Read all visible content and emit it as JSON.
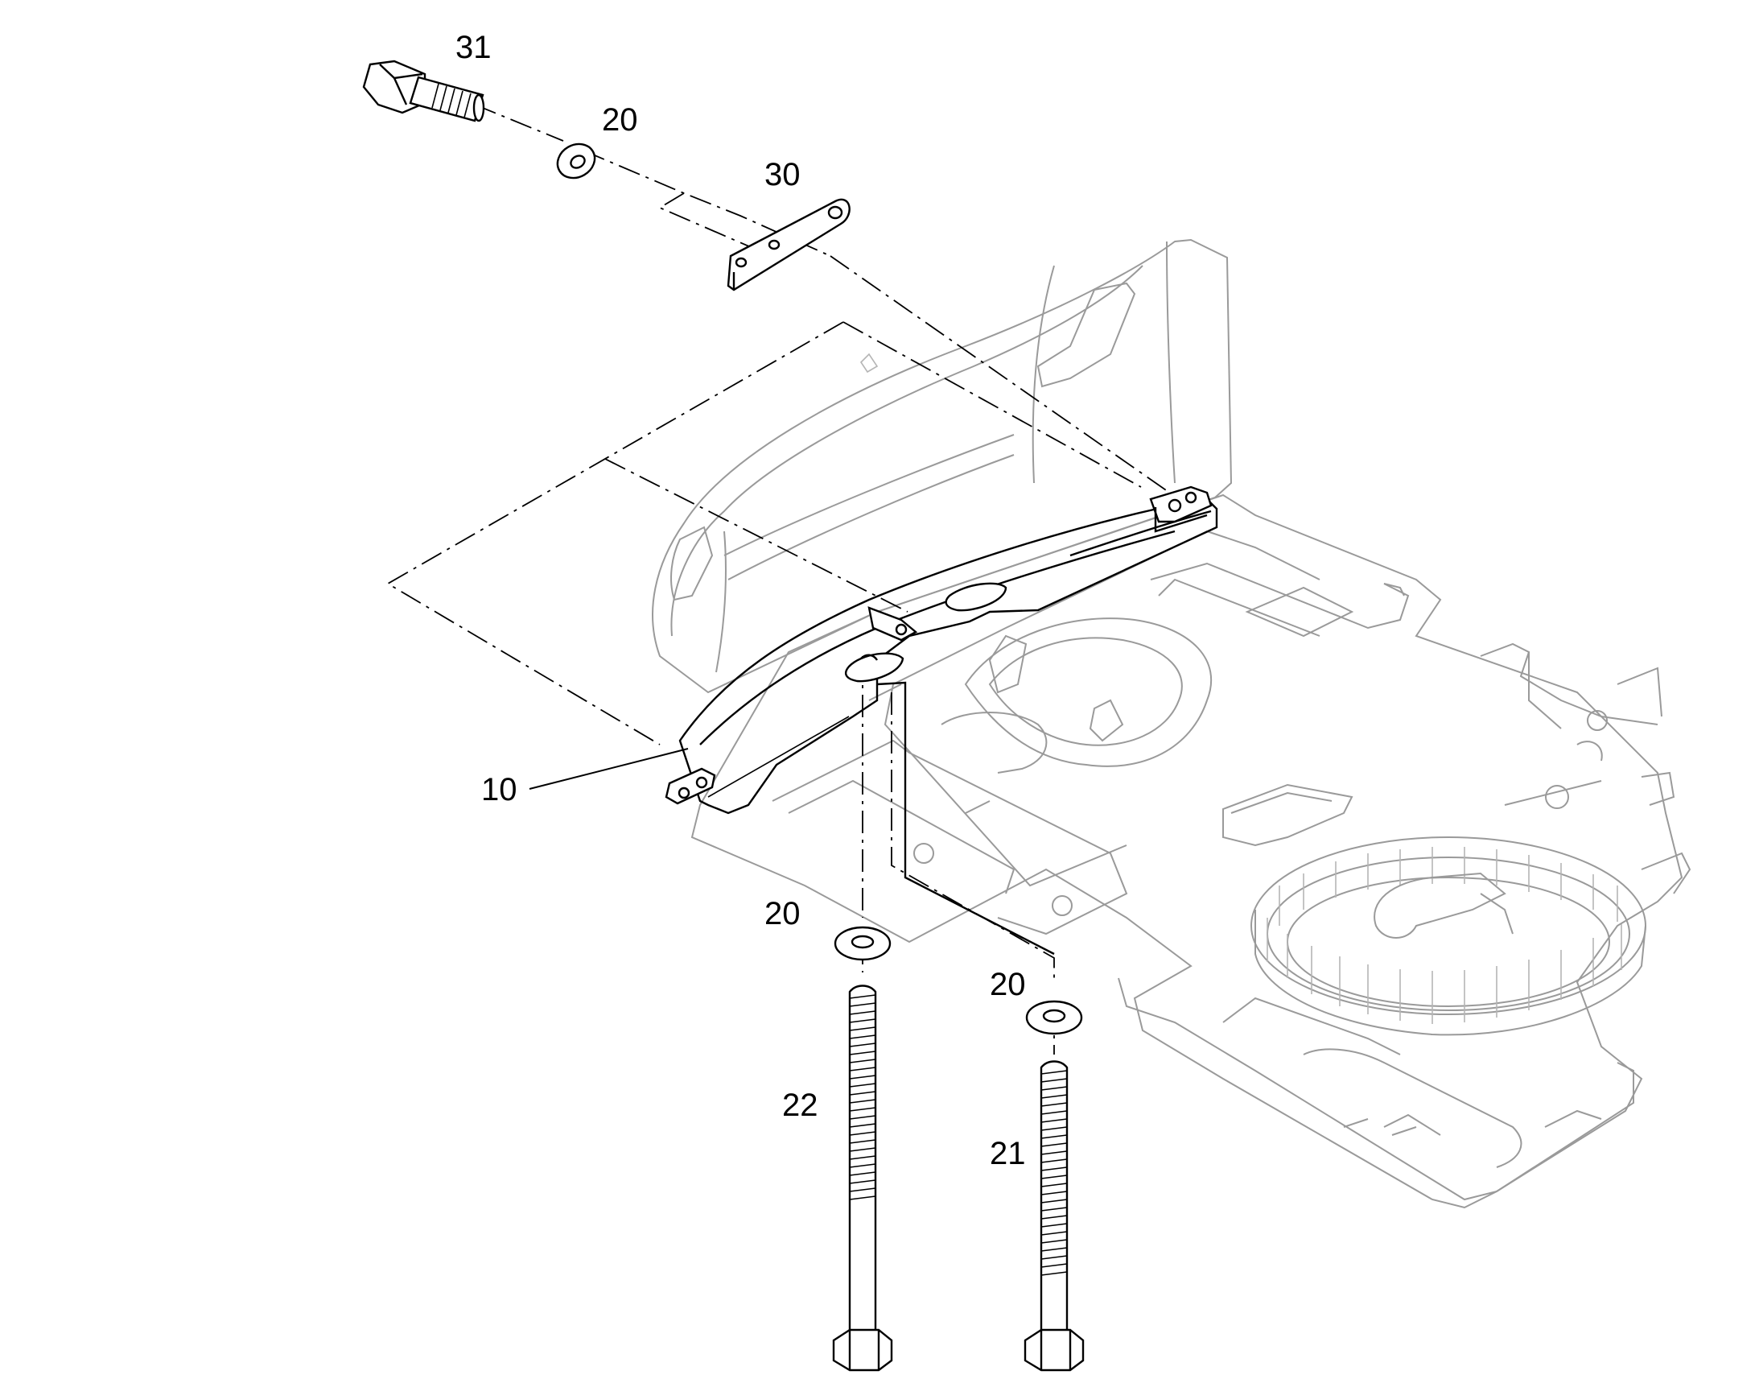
{
  "callouts": {
    "c31": "31",
    "c20_top": "20",
    "c30": "30",
    "c10": "10",
    "c20_left": "20",
    "c20_right": "20",
    "c22": "22",
    "c21": "21"
  }
}
